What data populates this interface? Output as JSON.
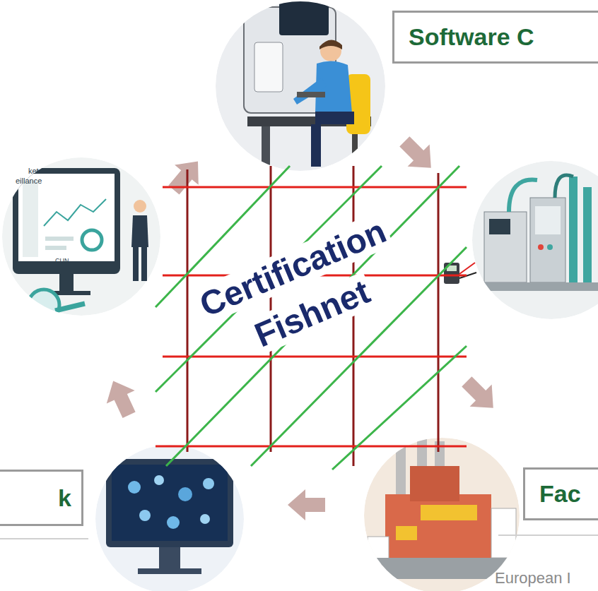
{
  "diagram": {
    "nodes": [
      {
        "text": [
          "Software C"
        ]
      },
      {
        "text": [
          "k"
        ]
      },
      {
        "text": [
          "Fac"
        ]
      }
    ],
    "labels": [
      "Certification Fishnet",
      "ket",
      "eillance",
      "CUN",
      "European I"
    ]
  }
}
